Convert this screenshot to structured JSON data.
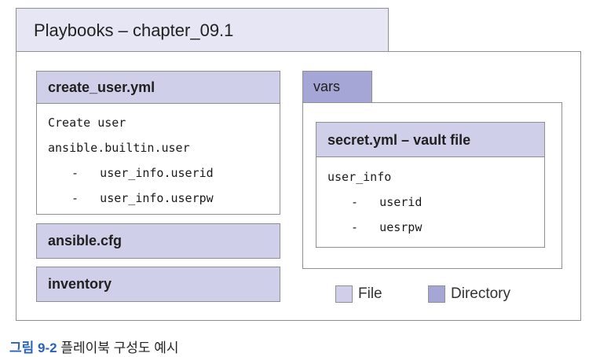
{
  "title": "Playbooks – chapter_09.1",
  "create_user": {
    "header": "create_user.yml",
    "lines": [
      "Create user",
      "ansible.builtin.user",
      "  -   user_info.userid",
      "  -   user_info.userpw"
    ]
  },
  "ansible_cfg": "ansible.cfg",
  "inventory": "inventory",
  "vars": {
    "tab_label": "vars",
    "secret": {
      "header": "secret.yml – vault file",
      "lines": [
        "user_info",
        "  -   userid",
        "  -   uesrpw"
      ]
    }
  },
  "legend": {
    "file_label": "File",
    "directory_label": "Directory",
    "file_color": "#cfcfe9",
    "directory_color": "#a6a6d6"
  },
  "caption": {
    "number": "그림 9-2",
    "text": "플레이북 구성도 예시"
  }
}
